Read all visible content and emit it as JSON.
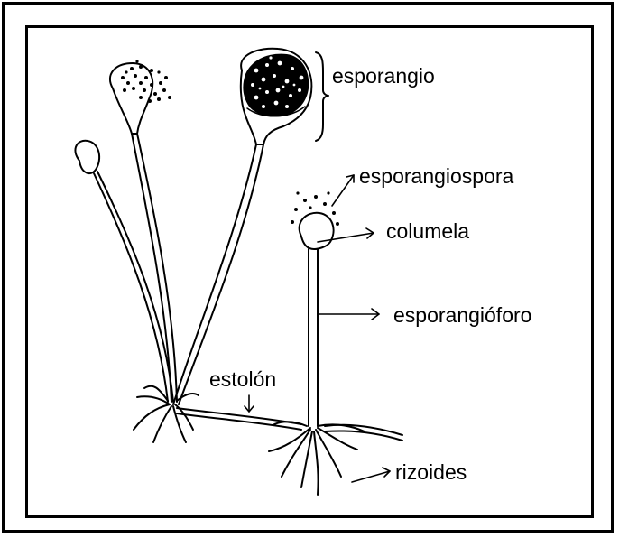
{
  "diagram": {
    "labels": {
      "esporangio": "esporangio",
      "esporangiospora": "esporangiospora",
      "columela": "columela",
      "esporangioforo": "esporangióforo",
      "estolon": "estolón",
      "rizoides": "rizoides"
    },
    "colors": {
      "ink": "#000000",
      "background": "#ffffff"
    }
  }
}
